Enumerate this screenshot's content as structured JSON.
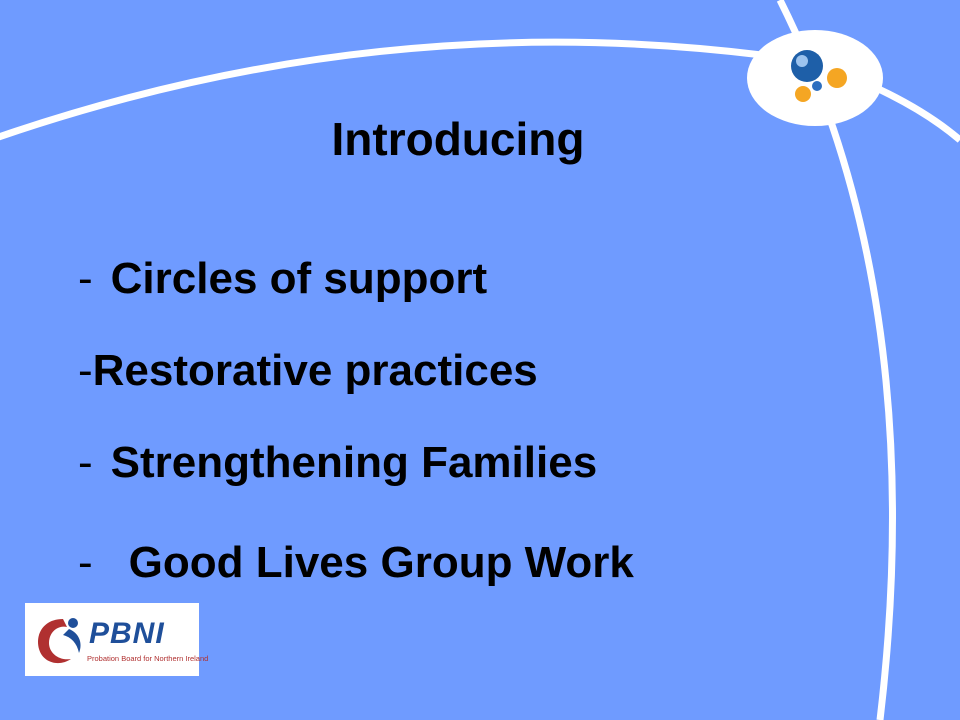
{
  "slide": {
    "title": "Introducing",
    "bullets": [
      {
        "dash": "-",
        "text": "Circles of support"
      },
      {
        "dash": "-",
        "text": "Restorative practices"
      },
      {
        "dash": "-",
        "text": "Strengthening Families"
      },
      {
        "dash": "-",
        "text": "Good Lives Group Work"
      }
    ]
  },
  "logo": {
    "word": "PBNI",
    "subtitle": "Probation Board for Northern Ireland"
  },
  "colors": {
    "background": "#6f9bff",
    "arc": "#ffffff",
    "logo_blue": "#1f4f9a",
    "logo_red": "#b03030"
  },
  "icons": [
    "circle-arc-decoration",
    "molecule-logo-icon",
    "pbni-swirl-icon"
  ]
}
